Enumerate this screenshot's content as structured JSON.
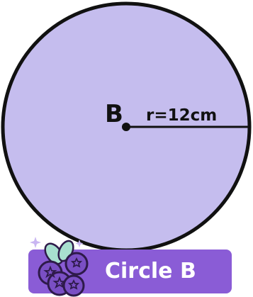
{
  "diagram": {
    "center_label": "B",
    "radius_label": "r=12cm"
  },
  "caption": {
    "label": "Circle B"
  },
  "icons": {
    "decoration": "blueberry-cluster-icon"
  },
  "colors": {
    "circle_fill": "#c5bdee",
    "circle_stroke": "#111111",
    "badge_background": "#8a5cd6",
    "berry_fill": "#7a4fc4",
    "leaf_fill": "#a8e0cf"
  }
}
